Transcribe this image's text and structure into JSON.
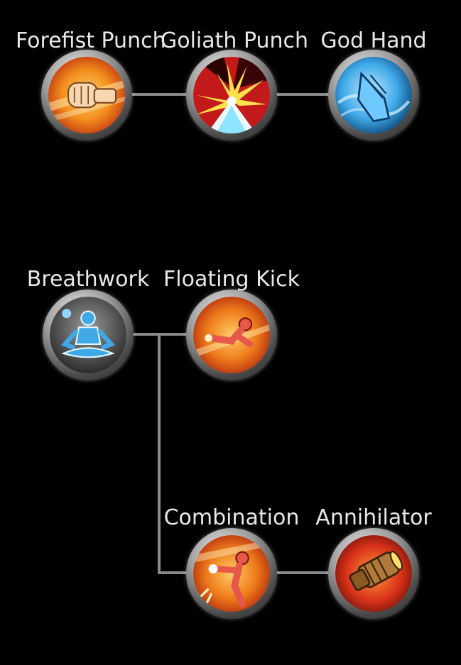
{
  "skills": [
    {
      "id": "forefist-punch",
      "name": "Forefist Punch",
      "icon": "fist-icon",
      "tier": 1
    },
    {
      "id": "goliath-punch",
      "name": "Goliath Punch",
      "icon": "burst-icon",
      "tier": 2
    },
    {
      "id": "god-hand",
      "name": "God Hand",
      "icon": "praying-hand-icon",
      "tier": 3
    },
    {
      "id": "breathwork",
      "name": "Breathwork",
      "icon": "meditating-figure-icon",
      "tier": 1
    },
    {
      "id": "floating-kick",
      "name": "Floating Kick",
      "icon": "flying-kick-icon",
      "tier": 2
    },
    {
      "id": "combination",
      "name": "Combination",
      "icon": "combo-punch-icon",
      "tier": 2
    },
    {
      "id": "annihilator",
      "name": "Annihilator",
      "icon": "arm-cannon-icon",
      "tier": 3
    }
  ],
  "links": [
    [
      "forefist-punch",
      "goliath-punch"
    ],
    [
      "goliath-punch",
      "god-hand"
    ],
    [
      "breathwork",
      "floating-kick"
    ],
    [
      "breathwork",
      "combination"
    ],
    [
      "combination",
      "annihilator"
    ]
  ],
  "colors": {
    "background": "#000000",
    "label": "#e8e8e8",
    "connector": "#8a8a8a",
    "fire_orange": "#f28c1c",
    "fire_red": "#d8321a",
    "ice_blue": "#3fa9e8"
  }
}
